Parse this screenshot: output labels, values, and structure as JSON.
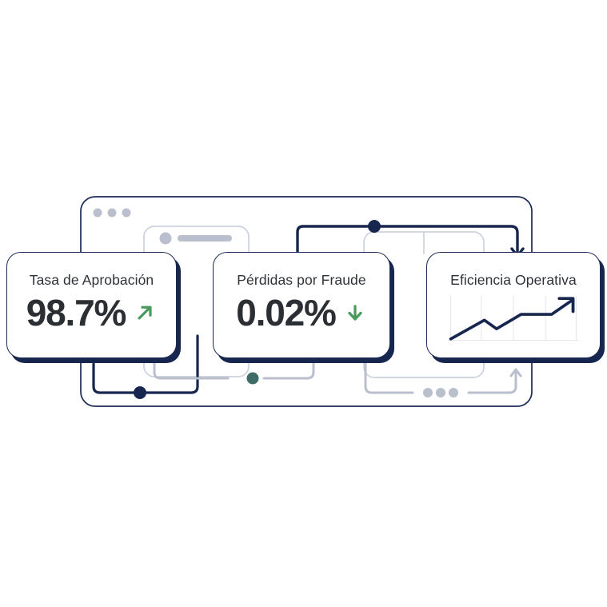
{
  "canvas": {
    "background": "#ffffff",
    "accent_navy": "#16264e",
    "accent_navy_line": "#1b2a54",
    "accent_green": "#4a9a5e",
    "muted_gray": "#b9bfcc",
    "teal_dot": "#3d6b66",
    "text_dark": "#2b2f34",
    "text_title": "#2f3338"
  },
  "window_frame": {
    "name": "browser-window-frame",
    "dots": [
      "dot-1",
      "dot-2",
      "dot-3"
    ],
    "inner_panel": {
      "avatar_icon": "circle-avatar-icon",
      "bar_placeholder": "text-bar-placeholder"
    }
  },
  "cards": [
    {
      "id": "tasa-de-aprobacion",
      "title": "Tasa de Aprobación",
      "value": "98.7%",
      "trend": "up",
      "trend_icon": "arrow-up-right-icon",
      "trend_color": "#4a9a5e"
    },
    {
      "id": "perdidas-por-fraude",
      "title": "Pérdidas por Fraude",
      "value": "0.02%",
      "trend": "down",
      "trend_icon": "arrow-down-icon",
      "trend_color": "#4a9a5e"
    },
    {
      "id": "eficiencia-operativa",
      "title": "Eficiencia Operativa",
      "value": "",
      "trend": "up",
      "trend_icon": "chart-line-up-icon",
      "trend_color": "#16264e"
    }
  ],
  "chart_data": {
    "type": "line",
    "title": "Eficiencia Operativa",
    "xlabel": "",
    "ylabel": "",
    "grid": true,
    "gridlines_x": [
      0.0,
      0.22,
      0.45,
      0.68,
      0.9
    ],
    "legend": "none",
    "x": [
      0,
      1,
      2,
      3,
      4,
      5,
      6
    ],
    "values": [
      5,
      45,
      30,
      62,
      62,
      78,
      100
    ],
    "ylim": [
      0,
      100
    ],
    "xlim": [
      0,
      6
    ],
    "line_color": "#16264e",
    "arrowhead": true
  },
  "connectors": [
    {
      "name": "connector-top-navy",
      "color": "#16264e",
      "node_dot": true,
      "arrow": "arrow-down",
      "arrow_color": "#16264e"
    },
    {
      "name": "connector-bottom-left-navy",
      "color": "#16264e",
      "node_dot": true,
      "arrow": "none"
    },
    {
      "name": "connector-bottom-middle-gray",
      "color": "#b9bfcc",
      "node_dot": true,
      "node_dot_color": "#3d6b66",
      "arrow": "none"
    },
    {
      "name": "connector-bottom-right-gray",
      "color": "#b9bfcc",
      "dots": 3,
      "arrow": "arrow-up",
      "arrow_color": "#b9bfcc"
    },
    {
      "name": "connector-right-gray",
      "color": "#ccd2dd",
      "arrow": "none"
    }
  ]
}
